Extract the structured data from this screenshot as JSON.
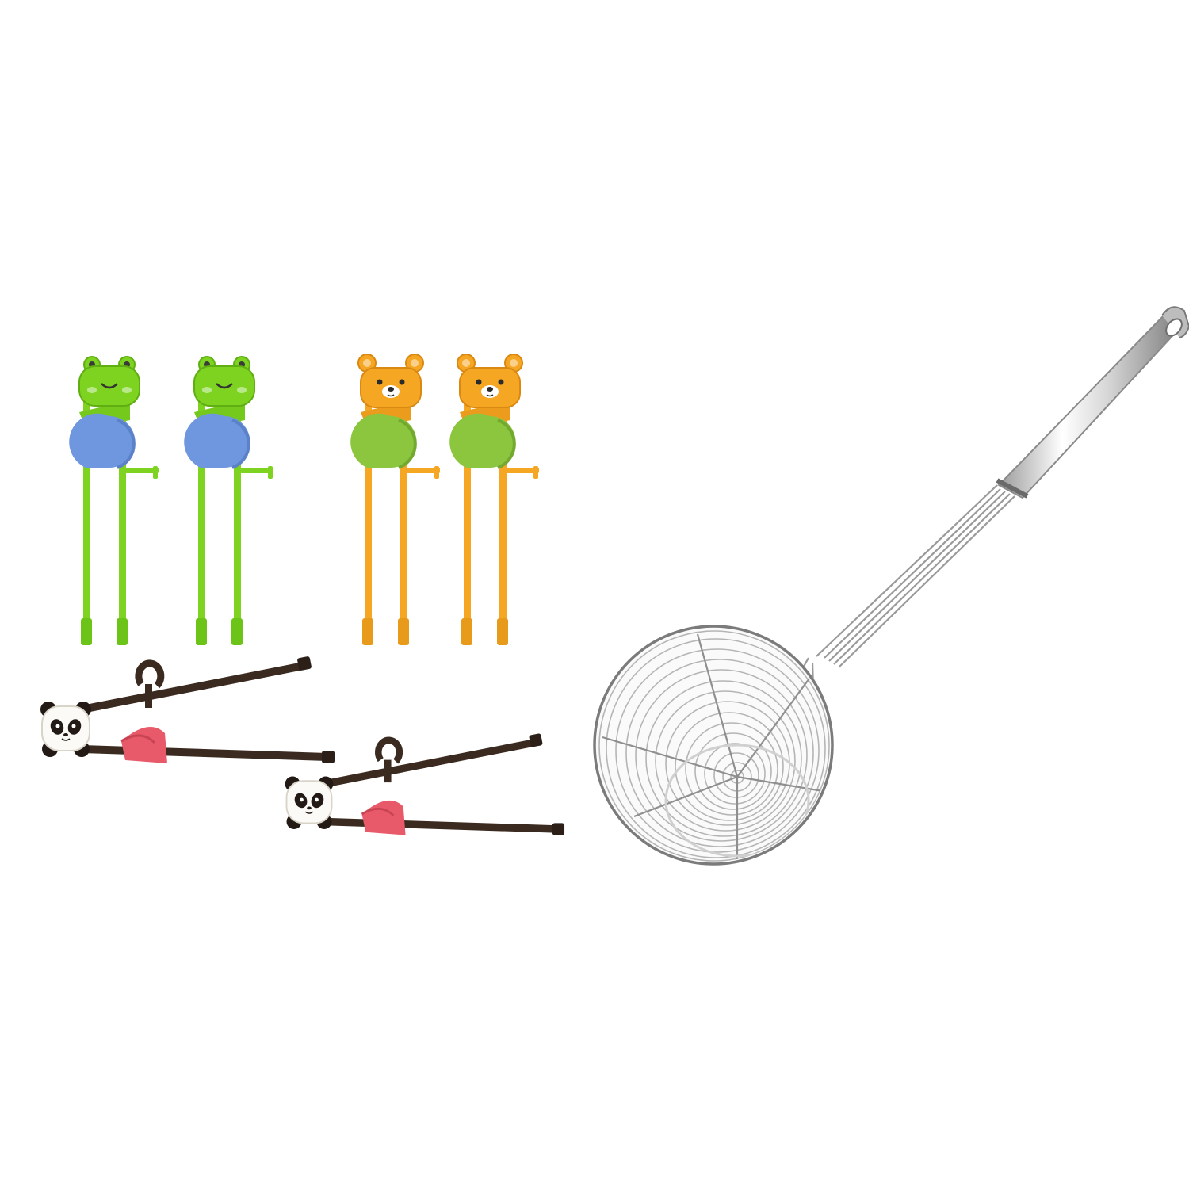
{
  "colors": {
    "background": "#ffffff",
    "frog_green": "#7ed321",
    "frog_green_dark": "#5fae12",
    "frog_holder_blue": "#6f97e0",
    "bear_orange": "#f5a623",
    "bear_orange_dark": "#d98812",
    "bear_holder_green": "#8cc63f",
    "panda_stick_brown": "#3a2a20",
    "panda_holder_pink": "#e85a6a",
    "steel_light": "#f2f2f2",
    "steel_mid": "#c7c7c7",
    "steel_dark": "#8a8a8a"
  },
  "products": [
    {
      "name": "frog-training-chopsticks",
      "count": 2,
      "icon": "frog-icon"
    },
    {
      "name": "bear-training-chopsticks",
      "count": 2,
      "icon": "bear-icon"
    },
    {
      "name": "panda-training-chopsticks",
      "count": 2,
      "icon": "panda-icon"
    },
    {
      "name": "spider-strainer-skimmer",
      "count": 1,
      "icon": "strainer-icon"
    }
  ]
}
